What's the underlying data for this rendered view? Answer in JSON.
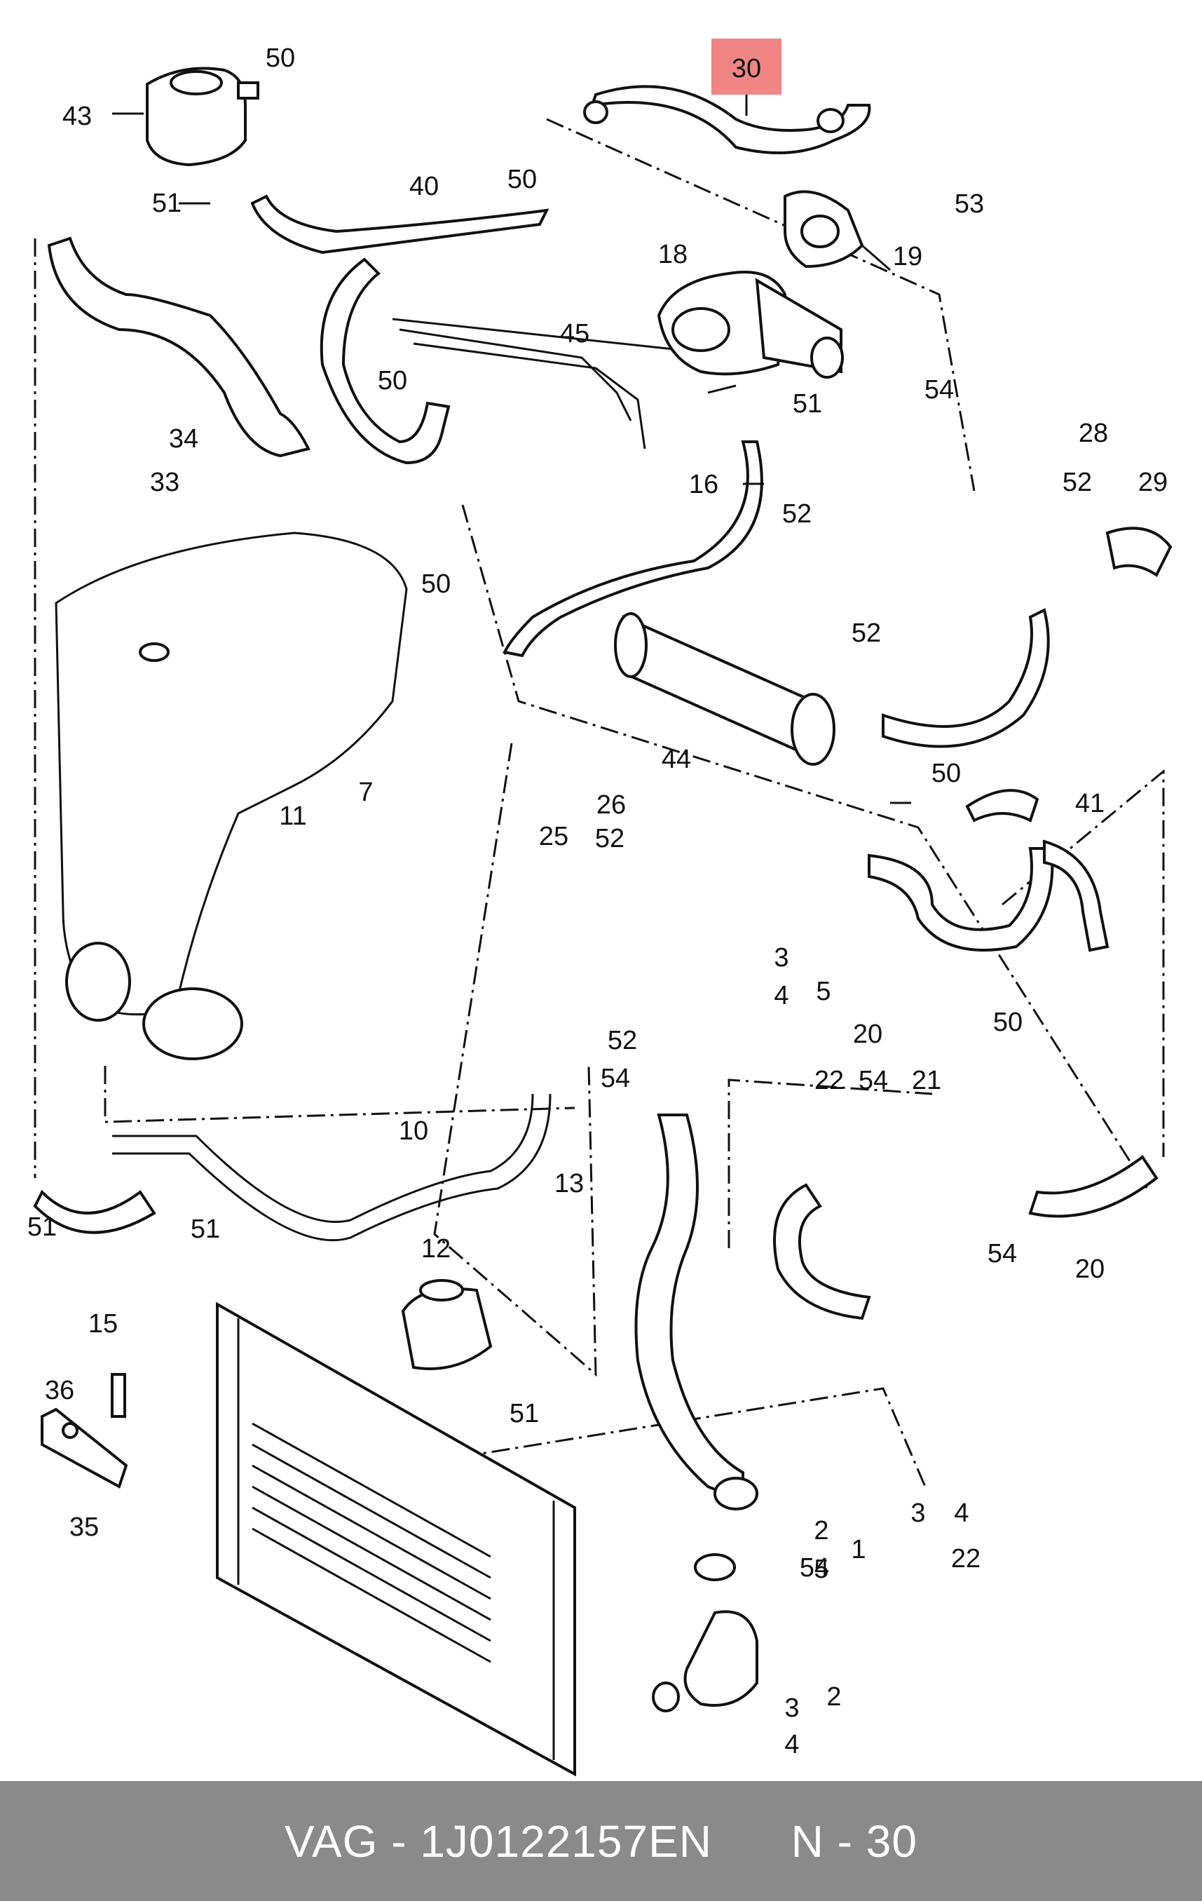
{
  "diagram": {
    "callouts": [
      {
        "id": "c30",
        "text": "30",
        "highlight": true
      },
      {
        "id": "c43",
        "text": "43"
      },
      {
        "id": "c50a",
        "text": "50"
      },
      {
        "id": "c51a",
        "text": "51"
      },
      {
        "id": "c40",
        "text": "40"
      },
      {
        "id": "c50b",
        "text": "50"
      },
      {
        "id": "c53",
        "text": "53"
      },
      {
        "id": "c18",
        "text": "18"
      },
      {
        "id": "c19",
        "text": "19"
      },
      {
        "id": "c45",
        "text": "45"
      },
      {
        "id": "c50c",
        "text": "50"
      },
      {
        "id": "c51b",
        "text": "51"
      },
      {
        "id": "c54a",
        "text": "54"
      },
      {
        "id": "c34",
        "text": "34"
      },
      {
        "id": "c33",
        "text": "33"
      },
      {
        "id": "c16",
        "text": "16"
      },
      {
        "id": "c28",
        "text": "28"
      },
      {
        "id": "c52a",
        "text": "52"
      },
      {
        "id": "c29",
        "text": "29"
      },
      {
        "id": "c50d",
        "text": "50"
      },
      {
        "id": "c52b",
        "text": "52"
      },
      {
        "id": "c52c",
        "text": "52"
      },
      {
        "id": "c44",
        "text": "44"
      },
      {
        "id": "c50e",
        "text": "50"
      },
      {
        "id": "c41",
        "text": "41"
      },
      {
        "id": "c26",
        "text": "26"
      },
      {
        "id": "c25",
        "text": "25"
      },
      {
        "id": "c52d",
        "text": "52"
      },
      {
        "id": "c11",
        "text": "11"
      },
      {
        "id": "c7",
        "text": "7"
      },
      {
        "id": "c3a",
        "text": "3"
      },
      {
        "id": "c4a",
        "text": "4"
      },
      {
        "id": "c5a",
        "text": "5"
      },
      {
        "id": "c52e",
        "text": "52"
      },
      {
        "id": "c54b",
        "text": "54"
      },
      {
        "id": "c20a",
        "text": "20"
      },
      {
        "id": "c22a",
        "text": "22"
      },
      {
        "id": "c54c",
        "text": "54"
      },
      {
        "id": "c21",
        "text": "21"
      },
      {
        "id": "c50f",
        "text": "50"
      },
      {
        "id": "c10",
        "text": "10"
      },
      {
        "id": "c13",
        "text": "13"
      },
      {
        "id": "c51c",
        "text": "51"
      },
      {
        "id": "c51d",
        "text": "51"
      },
      {
        "id": "c12",
        "text": "12"
      },
      {
        "id": "c54d",
        "text": "54"
      },
      {
        "id": "c20b",
        "text": "20"
      },
      {
        "id": "c15",
        "text": "15"
      },
      {
        "id": "c36",
        "text": "36"
      },
      {
        "id": "c51e",
        "text": "51"
      },
      {
        "id": "c35",
        "text": "35"
      },
      {
        "id": "c2a",
        "text": "2"
      },
      {
        "id": "c5b",
        "text": "5"
      },
      {
        "id": "c1",
        "text": "1"
      },
      {
        "id": "c3b",
        "text": "3"
      },
      {
        "id": "c4b",
        "text": "4"
      },
      {
        "id": "c22b",
        "text": "22"
      },
      {
        "id": "c54e",
        "text": "54"
      },
      {
        "id": "c2b",
        "text": "2"
      },
      {
        "id": "c3c",
        "text": "3"
      },
      {
        "id": "c4c",
        "text": "4"
      }
    ]
  },
  "footer": {
    "brand": "VAG",
    "separator": " - ",
    "part_number": "1J0122157EN",
    "position_label": "N - 30"
  }
}
